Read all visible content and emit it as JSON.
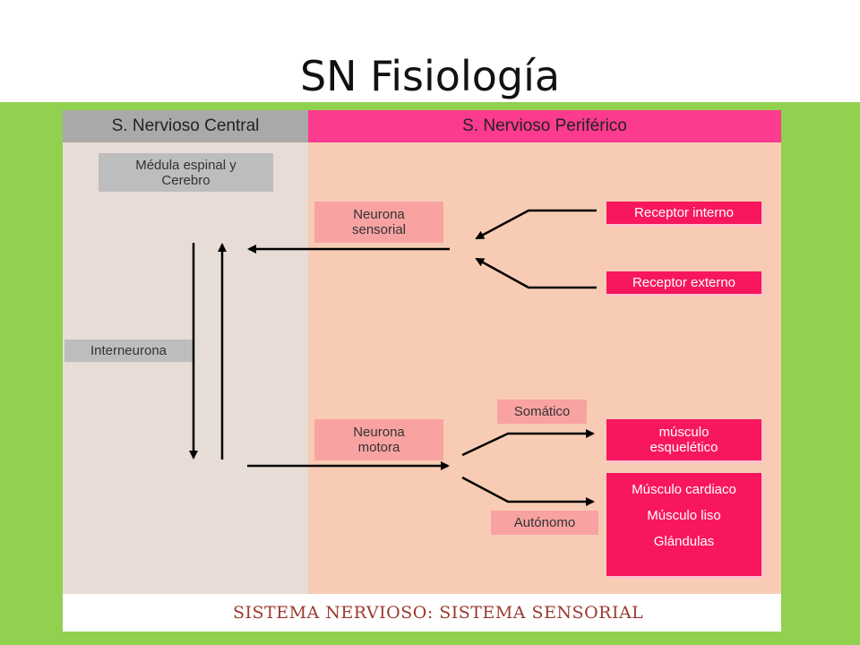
{
  "slide": {
    "title": "SN Fisiología"
  },
  "diagram": {
    "headers": {
      "cns": "S. Nervioso Central",
      "pns": "S. Nervioso Periférico"
    },
    "boxes": {
      "medula": "Médula espinal y\nCerebro",
      "interneurona": "Interneurona",
      "neurona_sensorial": "Neurona\nsensorial",
      "neurona_motora": "Neurona\nmotora",
      "receptor_interno": "Receptor interno",
      "receptor_externo": "Receptor externo",
      "somatico": "Somático",
      "autonomo": "Autónomo",
      "musculo_esqueletico": "músculo\nesquelético",
      "autonomic_targets": [
        "Músculo cardiaco",
        "Músculo liso",
        "Glándulas"
      ]
    },
    "banner": "SISTEMA NERVIOSO: SISTEMA SENSORIAL"
  },
  "colors": {
    "background_green": "#92d050",
    "cns_header": "#aaa9a9",
    "pns_header": "#fc3a8e",
    "receptor_box": "#f8175f",
    "neuron_box": "#f9a2a2",
    "pns_area": "#f8ccb4",
    "cns_area": "#e8dcd6"
  }
}
